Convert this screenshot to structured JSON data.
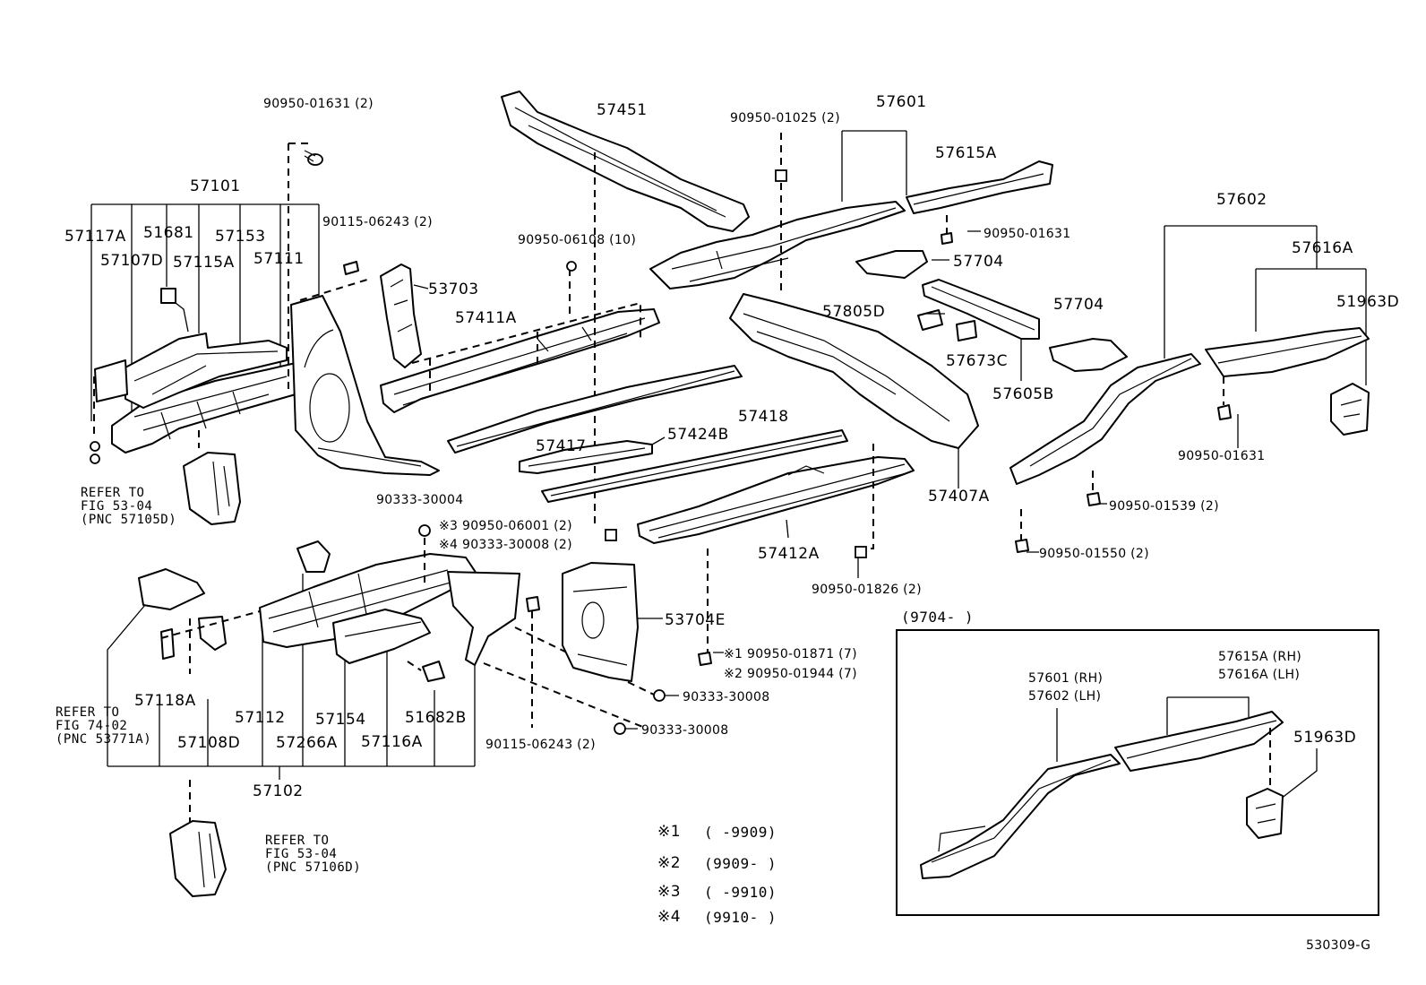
{
  "diagram_id": "530309-G",
  "labels": {
    "p90950_01631_2": "90950-01631 (2)",
    "p57101": "57101",
    "p57117A": "57117A",
    "p51681": "51681",
    "p57153": "57153",
    "p57107D": "57107D",
    "p57115A": "57115A",
    "p57111": "57111",
    "p90115_06243_2_top": "90115-06243 (2)",
    "p53703": "53703",
    "p57451": "57451",
    "p90950_06108_10": "90950-06108 (10)",
    "p57411A": "57411A",
    "p57417": "57417",
    "p57424B": "57424B",
    "p57418": "57418",
    "p90950_01025_2": "90950-01025 (2)",
    "p57601": "57601",
    "p57615A": "57615A",
    "p90950_01631_a": "90950-01631",
    "p57704_a": "57704",
    "p57805D": "57805D",
    "p57673C": "57673C",
    "p57704_b": "57704",
    "p57605B": "57605B",
    "p57407A": "57407A",
    "p57602": "57602",
    "p57616A": "57616A",
    "p51963D": "51963D",
    "p90950_01631_b": "90950-01631",
    "p90950_01539_2": "90950-01539 (2)",
    "p90950_01550_2": "90950-01550 (2)",
    "p57412A": "57412A",
    "p90950_01826_2": "90950-01826 (2)",
    "p90333_30004": "90333-30004",
    "p90950_06001_2": "※3 90950-06001 (2)",
    "p90333_30008_2": "※4 90333-30008 (2)",
    "p53704E": "53704E",
    "p90950_01871_7": "※1 90950-01871 (7)",
    "p90950_01944_7": "※2 90950-01944 (7)",
    "p90333_30008_a": "90333-30008",
    "p90333_30008_b": "90333-30008",
    "p90115_06243_2_bot": "90115-06243 (2)",
    "p57118A": "57118A",
    "p57112": "57112",
    "p57154": "57154",
    "p51682B": "51682B",
    "p57108D": "57108D",
    "p57266A": "57266A",
    "p57116A": "57116A",
    "p57102": "57102",
    "refer1": [
      "REFER TO",
      "FIG 53-04",
      "(PNC 57105D)"
    ],
    "refer2": [
      "REFER TO",
      "FIG 74-02",
      "(PNC 53771A)"
    ],
    "refer3": [
      "REFER TO",
      "FIG 53-04",
      "(PNC 57106D)"
    ]
  },
  "notes": [
    {
      "mark": "※1",
      "range": "(       -9909)"
    },
    {
      "mark": "※2",
      "range": "(9909-       )"
    },
    {
      "mark": "※3",
      "range": "(       -9910)"
    },
    {
      "mark": "※4",
      "range": "(9910-       )"
    }
  ],
  "inset": {
    "period": "(9704-       )",
    "rh_601": "57601 (RH)",
    "lh_602": "57602 (LH)",
    "rh_615": "57615A (RH)",
    "lh_616": "57616A (LH)",
    "p51963D": "51963D"
  }
}
